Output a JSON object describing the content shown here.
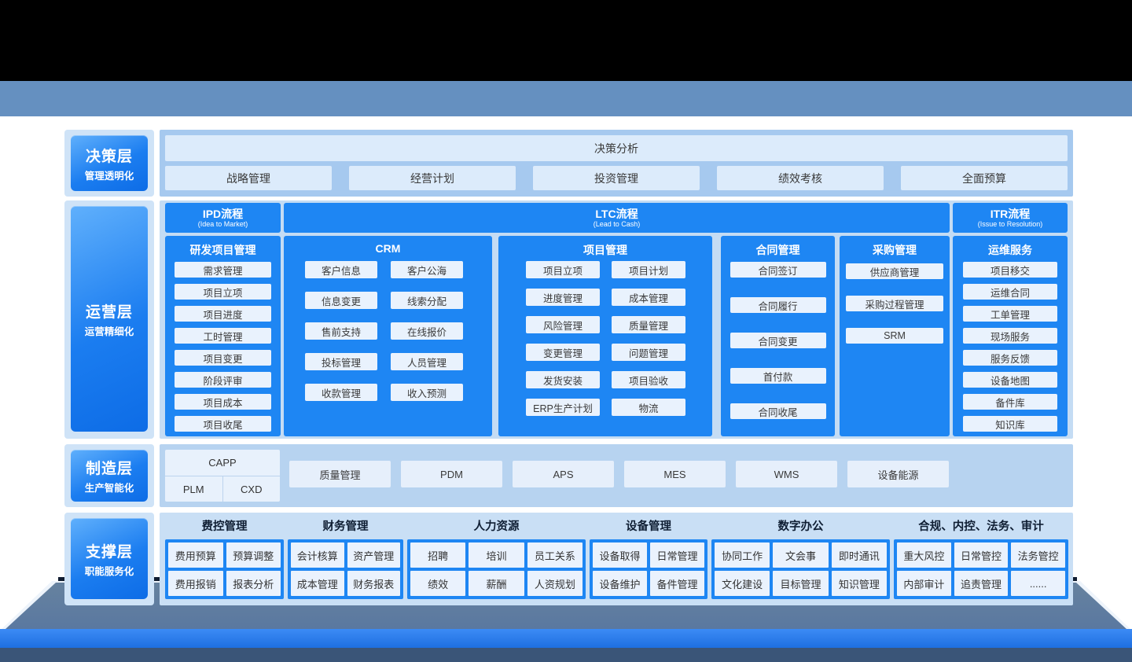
{
  "colors": {
    "accent_blue": "#1e86f3",
    "header_band_blue": "#6590c0",
    "panel_row1": "#a6c9ef",
    "panel_row2": "#c4dcf4",
    "panel_row3": "#b7d3f0",
    "panel_row4": "#c9dff5",
    "chip_bg": "#e9f2fd",
    "platform_grey": "#607da1",
    "platform_blue": "#2b7be8",
    "platform_dark": "#3a5578"
  },
  "layers": {
    "decision": {
      "label": "决策层",
      "sublabel": "管理透明化",
      "banner": "决策分析",
      "items": [
        "战略管理",
        "经营计划",
        "投资管理",
        "绩效考核",
        "全面预算"
      ]
    },
    "operation": {
      "label": "运营层",
      "sublabel": "运营精细化",
      "bands": [
        {
          "title": "IPD流程",
          "subtitle": "(Idea to Market)"
        },
        {
          "title": "LTC流程",
          "subtitle": "(Lead to Cash)"
        },
        {
          "title": "ITR流程",
          "subtitle": "(Issue to Resolution)"
        }
      ],
      "columns": [
        {
          "title": "研发项目管理",
          "items": [
            "需求管理",
            "项目立项",
            "项目进度",
            "工时管理",
            "项目变更",
            "阶段评审",
            "项目成本",
            "项目收尾"
          ]
        },
        {
          "title": "CRM",
          "items": [
            "客户信息",
            "客户公海",
            "信息变更",
            "线索分配",
            "售前支持",
            "在线报价",
            "投标管理",
            "人员管理",
            "收款管理",
            "收入预测"
          ]
        },
        {
          "title": "项目管理",
          "items": [
            "项目立项",
            "项目计划",
            "进度管理",
            "成本管理",
            "风险管理",
            "质量管理",
            "变更管理",
            "问题管理",
            "发货安装",
            "项目验收",
            "ERP生产计划",
            "物流"
          ]
        },
        {
          "title": "合同管理",
          "items": [
            "合同签订",
            "合同履行",
            "合同变更",
            "首付款",
            "合同收尾"
          ]
        },
        {
          "title": "采购管理",
          "items": [
            "供应商管理",
            "采购过程管理",
            "SRM"
          ]
        },
        {
          "title": "运维服务",
          "items": [
            "项目移交",
            "运维合同",
            "工单管理",
            "现场服务",
            "服务反馈",
            "设备地图",
            "备件库",
            "知识库"
          ]
        }
      ]
    },
    "manufacturing": {
      "label": "制造层",
      "sublabel": "生产智能化",
      "group": {
        "top": "CAPP",
        "bottom_left": "PLM",
        "bottom_right": "CXD"
      },
      "items": [
        "质量管理",
        "PDM",
        "APS",
        "MES",
        "WMS",
        "设备能源"
      ]
    },
    "support": {
      "label": "支撑层",
      "sublabel": "职能服务化",
      "groups": [
        {
          "title": "费控管理",
          "items": [
            "费用预算",
            "预算调整",
            "费用报销",
            "报表分析"
          ]
        },
        {
          "title": "财务管理",
          "items": [
            "会计核算",
            "资产管理",
            "成本管理",
            "财务报表"
          ]
        },
        {
          "title": "人力资源",
          "items": [
            "招聘",
            "培训",
            "员工关系",
            "绩效",
            "薪酬",
            "人资规划"
          ]
        },
        {
          "title": "设备管理",
          "items": [
            "设备取得",
            "日常管理",
            "设备维护",
            "备件管理"
          ]
        },
        {
          "title": "数字办公",
          "items": [
            "协同工作",
            "文会事",
            "即时通讯",
            "文化建设",
            "目标管理",
            "知识管理"
          ]
        },
        {
          "title": "合规、内控、法务、审计",
          "items": [
            "重大风控",
            "日常管控",
            "法务管控",
            "内部审计",
            "追责管理",
            "......"
          ]
        }
      ]
    }
  }
}
